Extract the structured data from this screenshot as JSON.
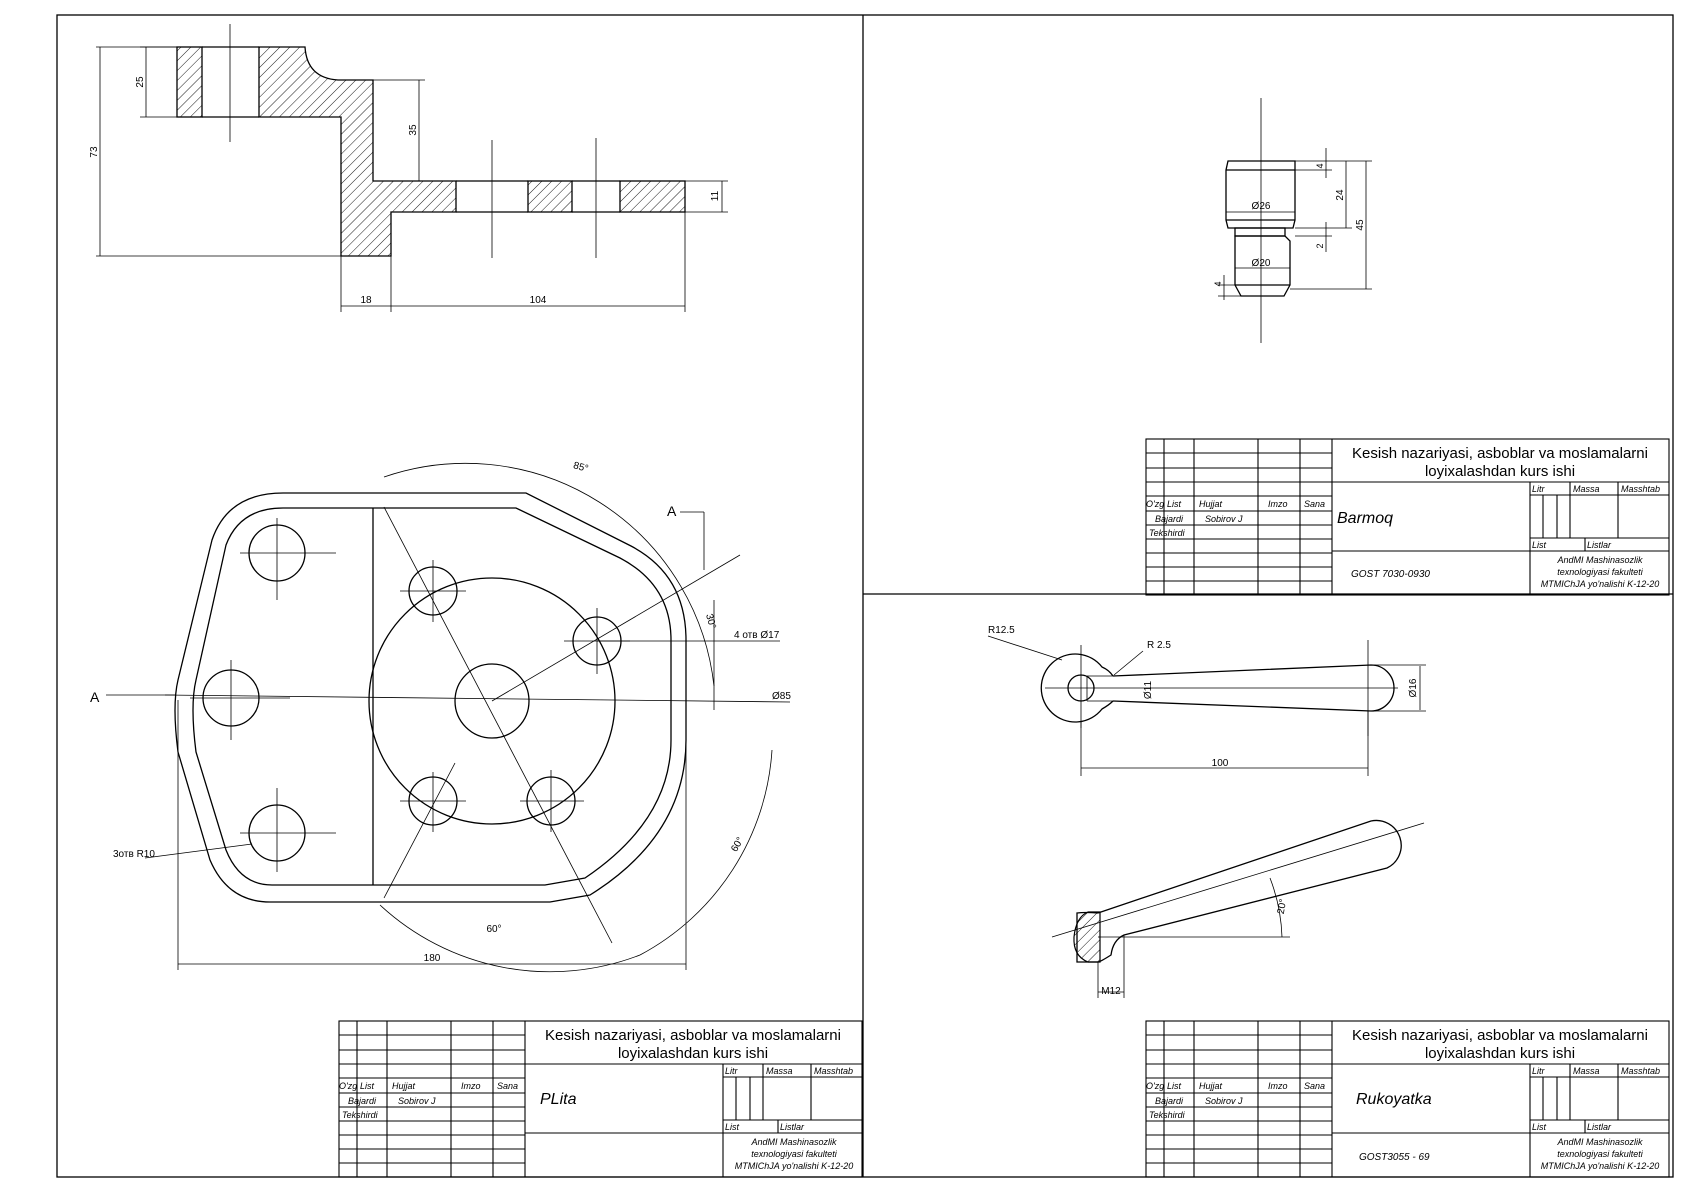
{
  "plita": {
    "section_dims": {
      "d25": "25",
      "d73": "73",
      "d35": "35",
      "d11": "11",
      "d18": "18",
      "d104": "104"
    },
    "plan_dims": {
      "angle85": "85°",
      "angle30": "30°",
      "angle60_bottom": "60°",
      "angle60_right": "60°",
      "holes4": "4 отв Ø17",
      "dia85": "Ø85",
      "holes3": "3отв R10",
      "len180": "180",
      "cut_label_left": "A",
      "cut_label_top": "A"
    },
    "title_block": {
      "course_title_line1": "Kesish nazariyasi, asboblar va moslamalarni",
      "course_title_line2": "loyixalashdan kurs ishi",
      "part_name": "PLita",
      "col_izm": "O'zg",
      "col_list": "List",
      "col_hujjat": "Hujjat",
      "col_imzo": "Imzo",
      "col_sana": "Sana",
      "row_bajardi": "Bajardi",
      "row_tekshirdi": "Tekshirdi",
      "author": "Sobirov J",
      "litr": "Litr",
      "massa": "Massa",
      "masshtab": "Masshtab",
      "list": "List",
      "listlar": "Listlar",
      "org_line1": "AndMI Mashinasozlik",
      "org_line2": "texnologiyasi fakulteti",
      "org_line3": "MTMIChJA yo'nalishi K-12-20",
      "standard": ""
    }
  },
  "barmoq": {
    "dims": {
      "d26": "Ø26",
      "d20": "Ø20",
      "h4_top": "4",
      "h24": "24",
      "h45": "45",
      "h2": "2",
      "h4_bottom": "4"
    },
    "title_block": {
      "course_title_line1": "Kesish nazariyasi, asboblar va moslamalarni",
      "course_title_line2": "loyixalashdan kurs ishi",
      "part_name": "Barmoq",
      "col_izm": "O'zg",
      "col_list": "List",
      "col_hujjat": "Hujjat",
      "col_imzo": "Imzo",
      "col_sana": "Sana",
      "row_bajardi": "Bajardi",
      "row_tekshirdi": "Tekshirdi",
      "author": "Sobirov J",
      "litr": "Litr",
      "massa": "Massa",
      "masshtab": "Masshtab",
      "list": "List",
      "listlar": "Listlar",
      "org_line1": "AndMI Mashinasozlik",
      "org_line2": "texnologiyasi fakulteti",
      "org_line3": "MTMIChJA yo'nalishi K-12-20",
      "standard": "GOST 7030-0930"
    }
  },
  "rukoyatka": {
    "dims": {
      "r125": "R12.5",
      "r25": "R 2.5",
      "d11": "Ø11",
      "d16": "Ø16",
      "len100": "100",
      "angle20": "20°",
      "thread": "M12"
    },
    "title_block": {
      "course_title_line1": "Kesish nazariyasi, asboblar va moslamalarni",
      "course_title_line2": "loyixalashdan kurs ishi",
      "part_name": "Rukoyatka",
      "col_izm": "O'zg",
      "col_list": "List",
      "col_hujjat": "Hujjat",
      "col_imzo": "Imzo",
      "col_sana": "Sana",
      "row_bajardi": "Bajardi",
      "row_tekshirdi": "Tekshirdi",
      "author": "Sobirov J",
      "litr": "Litr",
      "massa": "Massa",
      "masshtab": "Masshtab",
      "list": "List",
      "listlar": "Listlar",
      "org_line1": "AndMI Mashinasozlik",
      "org_line2": "texnologiyasi fakulteti",
      "org_line3": "MTMIChJA yo'nalishi K-12-20",
      "standard": "GOST3055 - 69"
    }
  }
}
